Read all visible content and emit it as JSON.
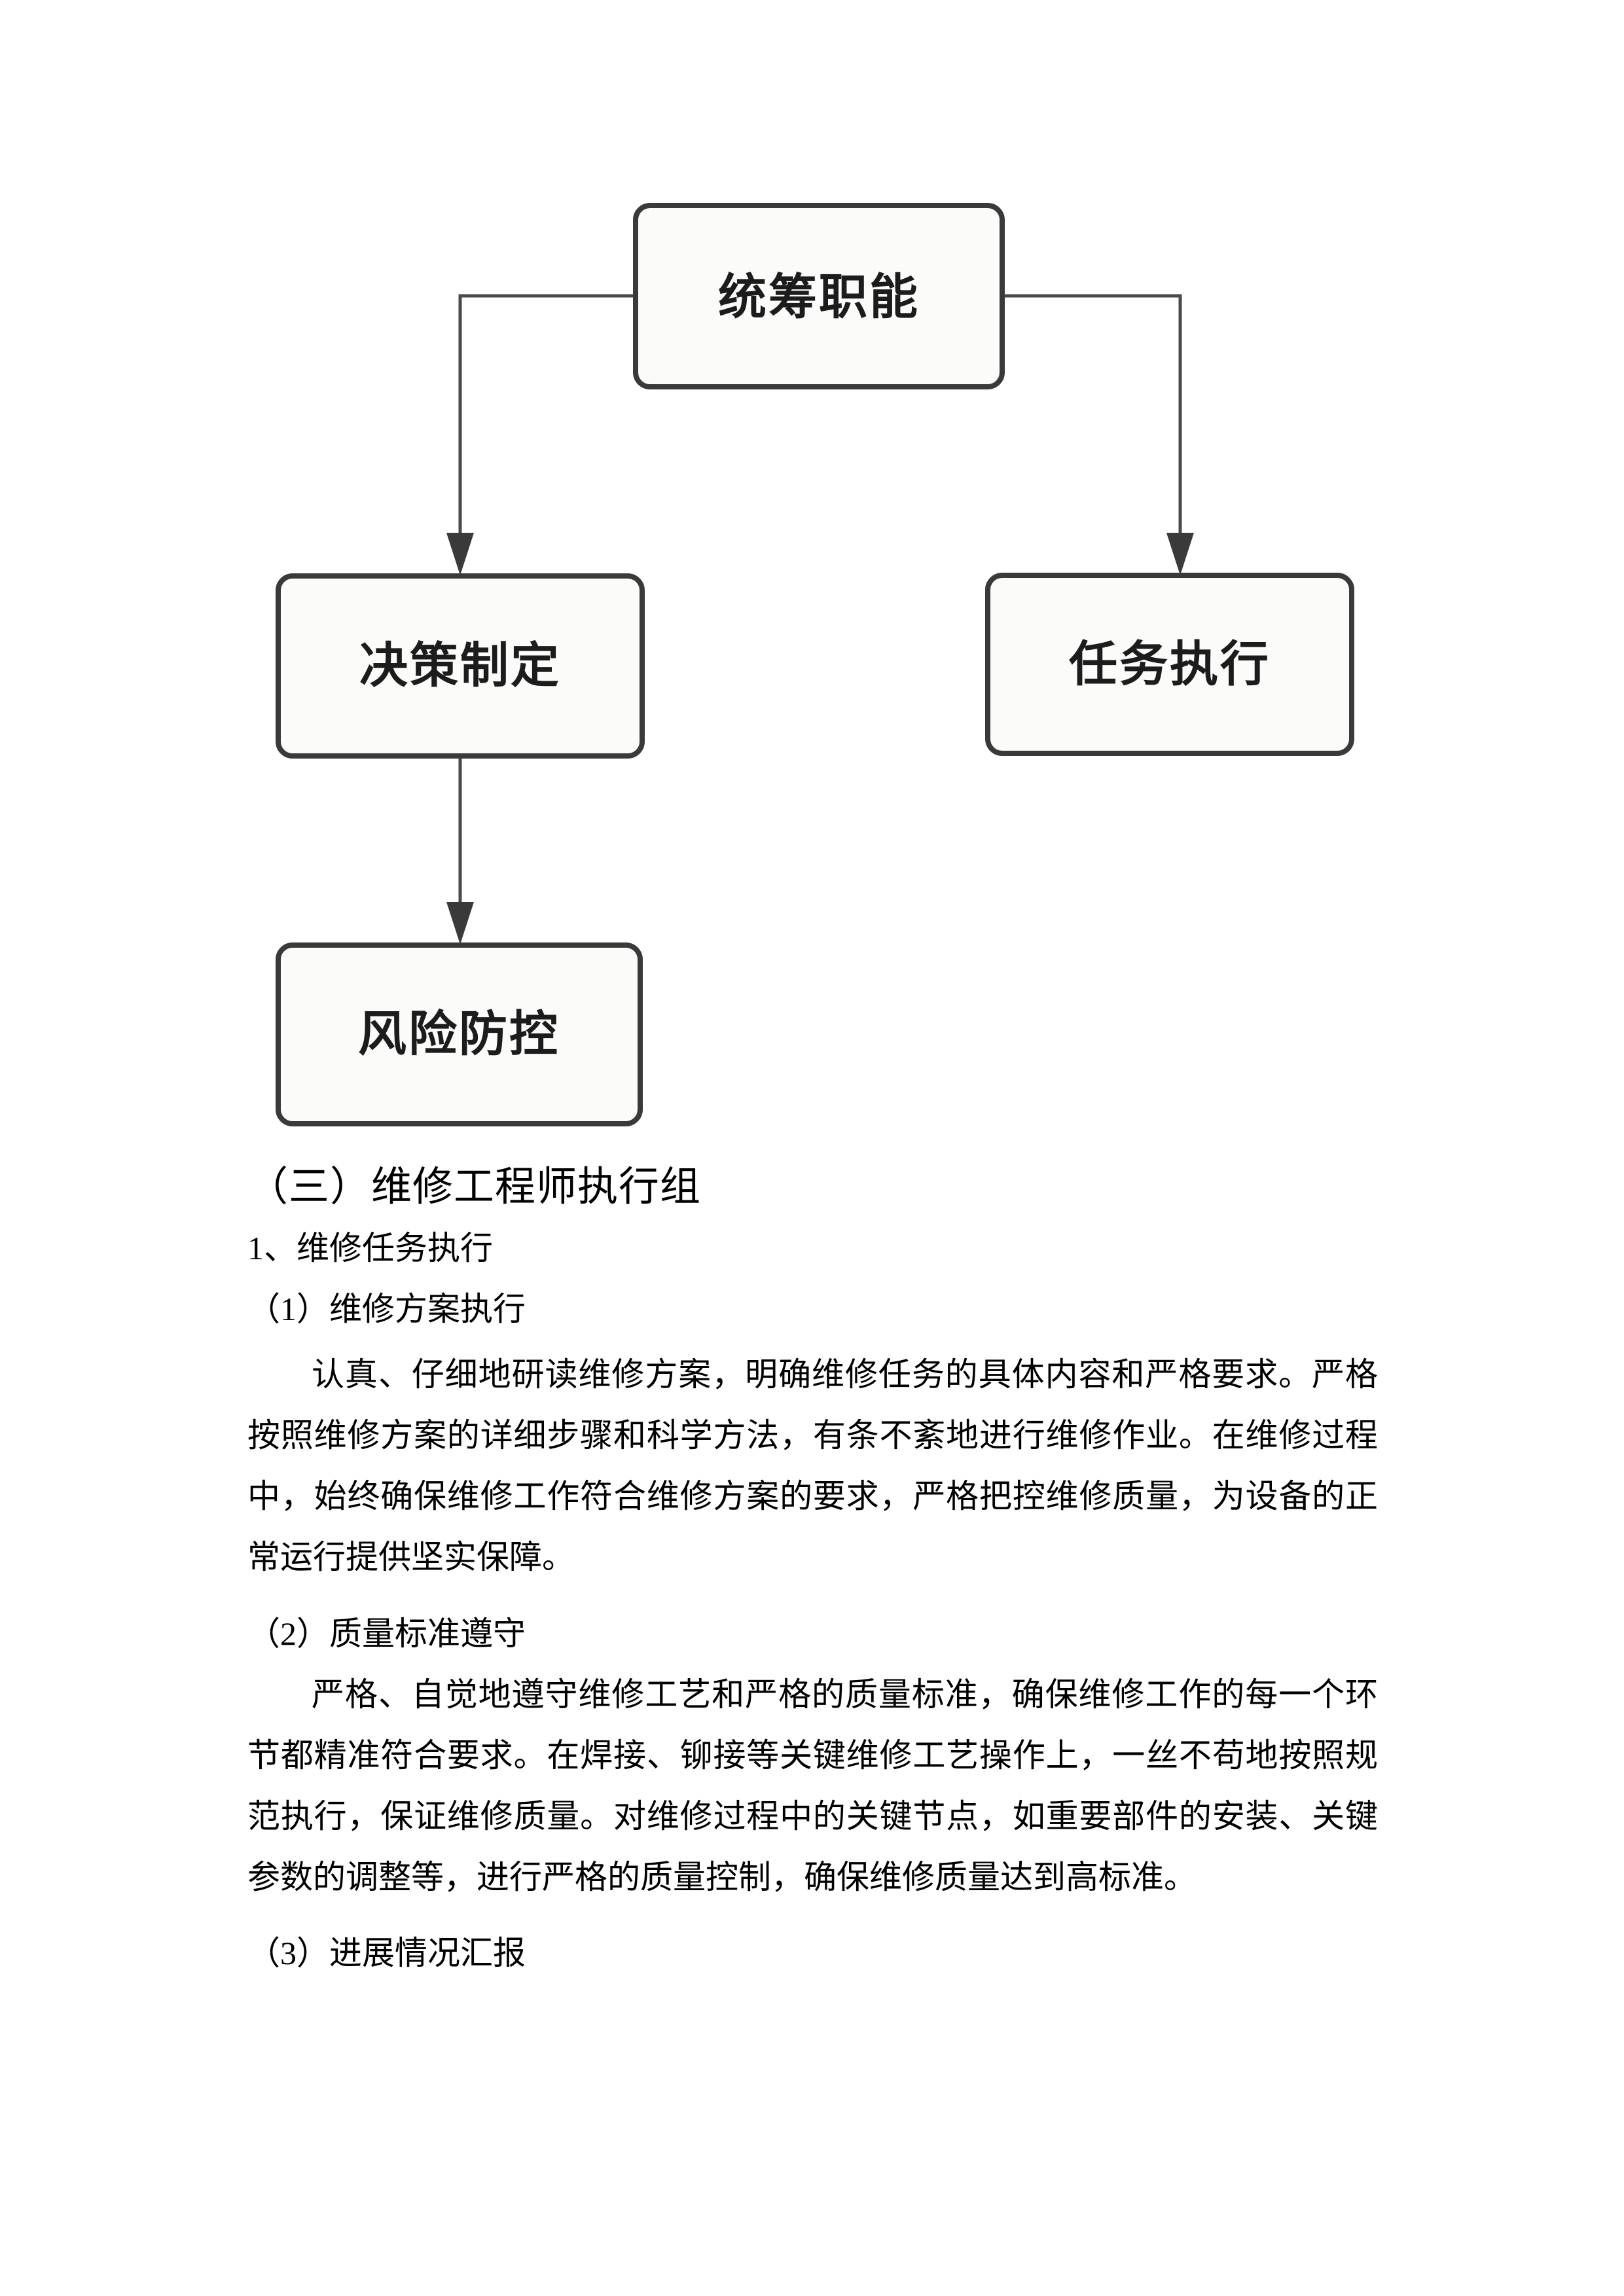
{
  "theme": {
    "page_background": "#ffffff",
    "box_fill": "#fbfbf9",
    "box_border": "#3a3a3a",
    "connector_color": "#4a4a4a",
    "text_color": "#000000"
  },
  "diagram": {
    "nodes": [
      {
        "id": "coordination",
        "label": "统筹职能"
      },
      {
        "id": "decision",
        "label": "决策制定"
      },
      {
        "id": "execution",
        "label": "任务执行"
      },
      {
        "id": "risk",
        "label": "风险防控"
      }
    ],
    "edges": [
      {
        "from": "coordination",
        "to": "decision"
      },
      {
        "from": "coordination",
        "to": "execution"
      },
      {
        "from": "decision",
        "to": "risk"
      }
    ]
  },
  "content": {
    "section_heading": "（三）维修工程师执行组",
    "subsection_heading": "1、维修任务执行",
    "items": [
      {
        "heading": "（1）维修方案执行",
        "lines": [
          "认真、仔细地研读维修方案，明确维修任务的具体内容和严格要求。严格",
          "按照维修方案的详细步骤和科学方法，有条不紊地进行维修作业。在维修过程",
          "中，始终确保维修工作符合维修方案的要求，严格把控维修质量，为设备的正",
          "常运行提供坚实保障。"
        ]
      },
      {
        "heading": "（2）质量标准遵守",
        "lines": [
          "严格、自觉地遵守维修工艺和严格的质量标准，确保维修工作的每一个环",
          "节都精准符合要求。在焊接、铆接等关键维修工艺操作上，一丝不苟地按照规",
          "范执行，保证维修质量。对维修过程中的关键节点，如重要部件的安装、关键",
          "参数的调整等，进行严格的质量控制，确保维修质量达到高标准。"
        ]
      },
      {
        "heading": "（3）进展情况汇报",
        "lines": []
      }
    ]
  }
}
